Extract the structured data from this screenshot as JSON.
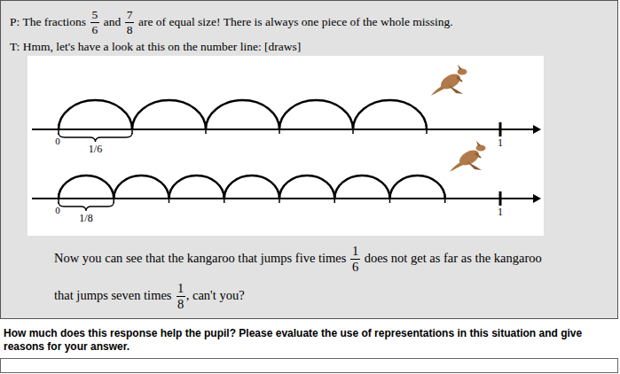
{
  "diagram": {
    "nodes": [
      {
        "text": [
          "P: The fractions",
          "5",
          "6",
          "and",
          "7",
          "8",
          "are of equal size! There is always one piece of the whole missing.",
          "T: Hmm, let's have a look at this on the number line: [draws]",
          "Now you can see that the kangaroo that jumps five times",
          "1",
          "6",
          "does not get as far as the kangaroo",
          "that jumps seven times",
          "1",
          "8",
          ", can't you?"
        ]
      },
      {
        "text": [
          "0",
          "1/6",
          "1",
          "0",
          "1/8",
          "1"
        ],
        "in": 0
      }
    ],
    "labels": [
      "How much does this response help the pupil? Please evaluate the use of representations in this situation and give reasons for your answer."
    ]
  }
}
